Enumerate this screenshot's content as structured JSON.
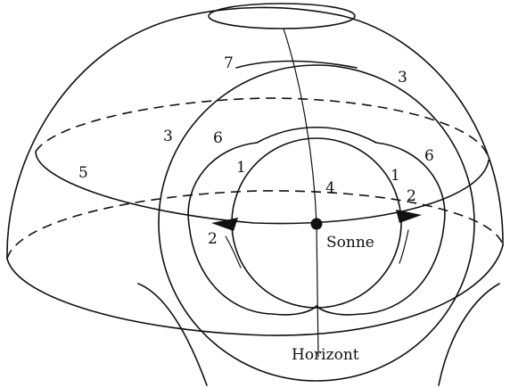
{
  "labels": {
    "sun": "Sonne",
    "horizon": "Horizont",
    "n1_left": "1",
    "n1_right": "1",
    "n2_left": "2",
    "n2_right": "2",
    "n3_left": "3",
    "n3_right": "3",
    "n4": "4",
    "n5": "5",
    "n6_left": "6",
    "n6_right": "6",
    "n7": "7"
  }
}
